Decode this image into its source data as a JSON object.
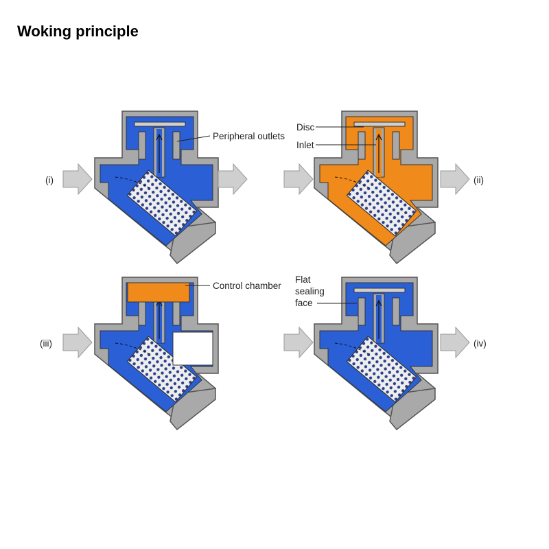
{
  "title": "Woking principle",
  "labels": {
    "peripheral_outlets": "Peripheral outlets",
    "disc": "Disc",
    "inlet": "Inlet",
    "control_chamber": "Control chamber",
    "flat_line1": "Flat",
    "flat_line2": "sealing",
    "flat_line3": "face"
  },
  "stages": [
    {
      "label": "(i)",
      "color": "#2a5fd6"
    },
    {
      "label": "(ii)",
      "color": "#f08a1a"
    },
    {
      "label": "(iii)",
      "color": "#2a5fd6"
    },
    {
      "label": "(iv)",
      "color": "#2a5fd6"
    }
  ],
  "colors": {
    "body": "#a9a9a9",
    "water": "#2a5fd6",
    "steam": "#f08a1a",
    "arrow": "#cfcfcf",
    "strainer": "#eeeeee"
  }
}
